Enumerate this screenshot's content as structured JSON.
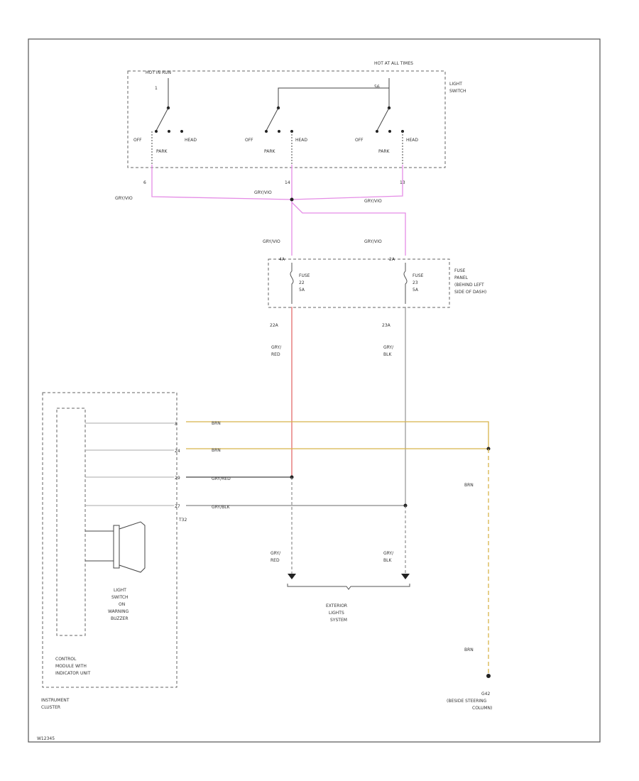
{
  "colors": {
    "pink": "#e58de6",
    "red": "#e36b6b",
    "gray": "#9a9a9a",
    "yellow": "#d8b44a",
    "dark": "#444444",
    "frame": "#555555"
  },
  "switch": {
    "hot_run": "HOT IN RUN",
    "hot_all": "HOT AT ALL TIMES",
    "name": [
      "LIGHT",
      "SWITCH"
    ],
    "pin_1": "1",
    "pin_56": "56",
    "off": "OFF",
    "park": "PARK",
    "head": "HEAD",
    "pin_58": "6",
    "pin_14": "14",
    "pin_13": "13",
    "wire_left": "GRY/VIO",
    "wire_mid": "GRY/VIO",
    "wire_right": "GRY/VIO"
  },
  "fuse_panel": {
    "wire_in_left": "GRY/VIO",
    "wire_in_right": "GRY/VIO",
    "pin_in_left": "4A",
    "pin_in_right": "2A",
    "fuse_left": [
      "FUSE",
      "22",
      "5A"
    ],
    "fuse_right": [
      "FUSE",
      "23",
      "5A"
    ],
    "name": [
      "FUSE",
      "PANEL",
      "(BEHIND LEFT",
      "SIDE OF DASH)"
    ],
    "pin_out_left": "22A",
    "pin_out_right": "23A",
    "wire_out_left": [
      "GRY/",
      "RED"
    ],
    "wire_out_right": [
      "GRY/",
      "BLK"
    ]
  },
  "cluster": {
    "pin_a": "8",
    "pin_b": "24",
    "pin_c": "29",
    "pin_d": "27",
    "wire_a": "BRN",
    "wire_b": "BRN",
    "wire_c": "GRY/RED",
    "wire_d": "GRY/BLK",
    "connector": "T32",
    "buzzer": [
      "LIGHT",
      "SWITCH",
      "ON",
      "WARNING",
      "BUZZER"
    ],
    "module": [
      "CONTROL",
      "MODULE WITH",
      "INDICATOR UNIT"
    ],
    "name": [
      "INSTRUMENT",
      "CLUSTER"
    ]
  },
  "exterior": {
    "wire_left": [
      "GRY/",
      "RED"
    ],
    "wire_right": [
      "GRY/",
      "BLK"
    ],
    "name": [
      "EXTERIOR",
      "LIGHTS",
      "SYSTEM"
    ]
  },
  "ground": {
    "wire_upper": "BRN",
    "wire_lower": "BRN",
    "name": [
      "G42",
      "(BESIDE STEERING",
      "COLUMN)"
    ]
  },
  "footer_code": "W12345"
}
